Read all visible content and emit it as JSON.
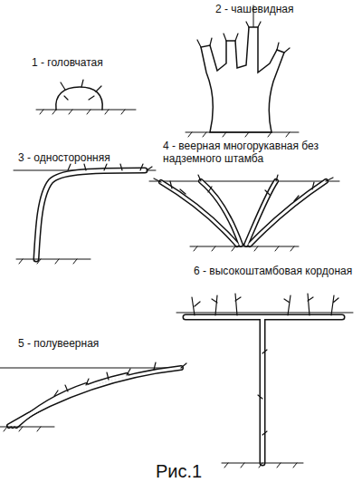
{
  "diagram": {
    "caption": "Рис.1",
    "labels": [
      "1 - головчатая",
      "2 - чашевидная",
      "3 - односторонняя",
      "4 - веерная многорукавная без надземного штамба",
      "5 - полувеерная",
      "6 - высокоштамбовая кордоная"
    ]
  }
}
